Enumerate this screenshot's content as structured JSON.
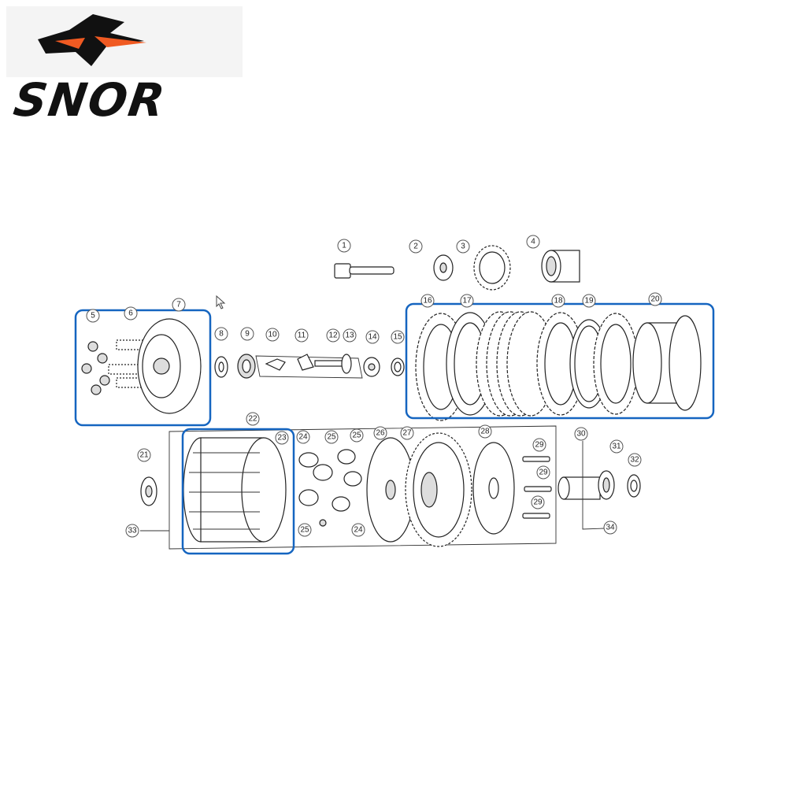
{
  "brand": {
    "name": "SNOR",
    "logo": "snor-logo",
    "accent": "#f05a22"
  },
  "highlight_color": "#1565c0",
  "callouts": [
    "1",
    "2",
    "3",
    "4",
    "5",
    "6",
    "7",
    "8",
    "9",
    "10",
    "11",
    "12",
    "13",
    "14",
    "15",
    "16",
    "17",
    "18",
    "19",
    "20",
    "21",
    "22",
    "23",
    "24",
    "25",
    "26",
    "27",
    "28",
    "29",
    "30",
    "31",
    "32",
    "33",
    "34"
  ]
}
